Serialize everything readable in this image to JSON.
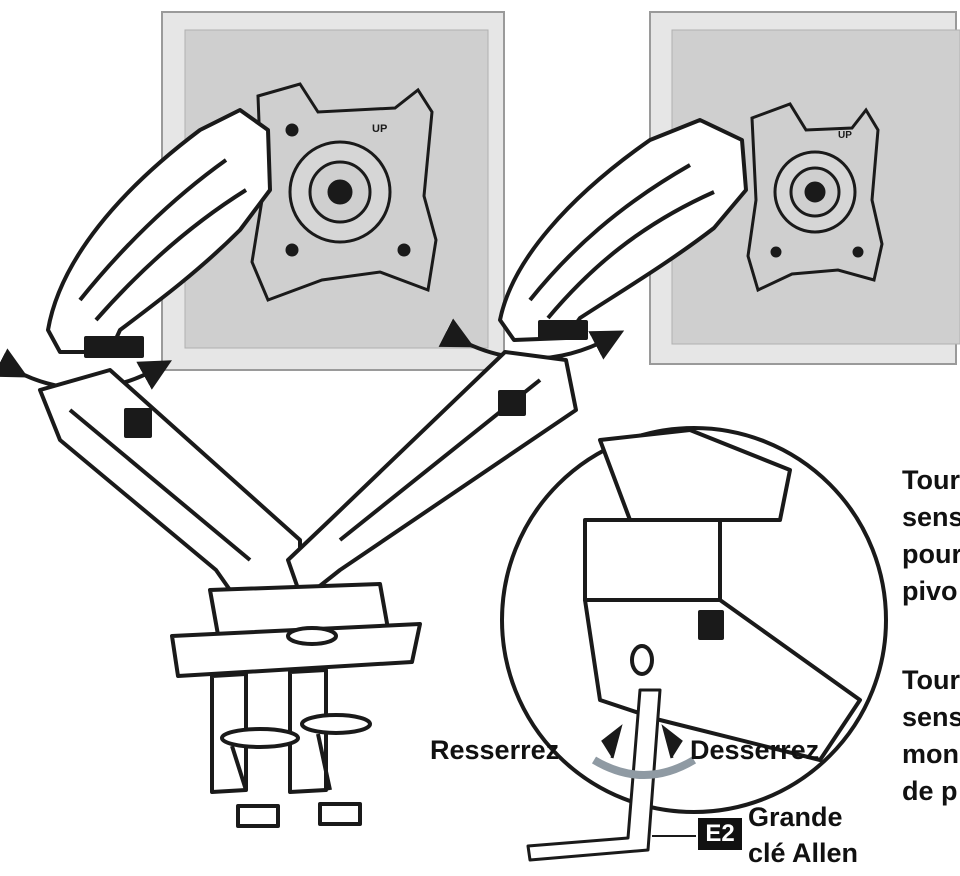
{
  "labels": {
    "tighten": "Resserrez",
    "loosen": "Desserrez",
    "tool_code": "E2",
    "tool_name_line1": "Grande",
    "tool_name_line2": "clé Allen",
    "side_text_1": "Tour\nsens\npour\npivo",
    "side_text_2": "Tour\nsens\nmon\nde p"
  },
  "colors": {
    "monitor_face": "#cfcfcf",
    "monitor_frame": "#e6e6e6",
    "line": "#1a1a1a",
    "rotate_arrow": "#8f9aa3",
    "badge": "#111111"
  },
  "icons": [
    "rotate-arrow-icon",
    "tighten-arrow-icon",
    "loosen-arrow-icon",
    "allen-key-icon"
  ]
}
